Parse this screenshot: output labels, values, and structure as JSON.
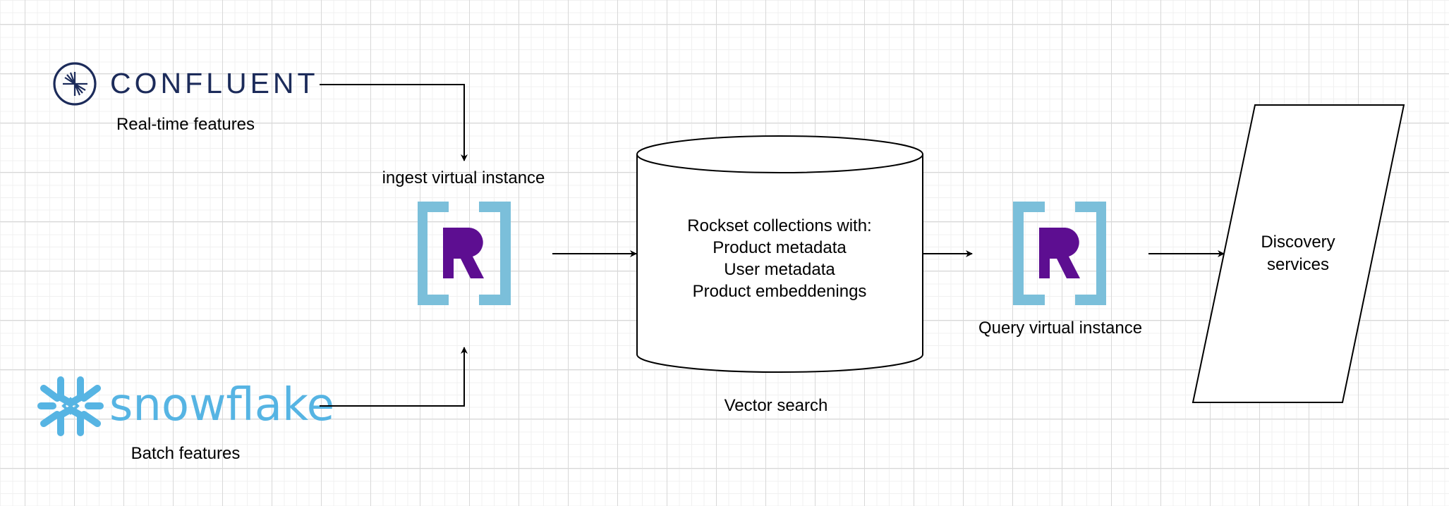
{
  "colors": {
    "confluent_navy": "#1c2b5a",
    "snowflake_blue": "#56b4e3",
    "rockset_bracket": "#7bbfda",
    "rockset_purple": "#5d0e91",
    "line": "#000000"
  },
  "sources": {
    "confluent": {
      "logo_text": "CONFLUENT",
      "icon": "confluent-burst-icon",
      "caption": "Real-time features"
    },
    "snowflake": {
      "logo_text": "snowflake",
      "icon": "snowflake-icon",
      "caption": "Batch features"
    }
  },
  "ingest": {
    "label": "ingest virtual instance",
    "logo_letter": "R",
    "icon": "rockset-logo-icon"
  },
  "storage": {
    "lines": [
      "Rockset collections with:",
      "Product metadata",
      "User metadata",
      "Product embeddenings"
    ],
    "caption": "Vector search"
  },
  "query": {
    "label": "Query virtual instance",
    "logo_letter": "R",
    "icon": "rockset-logo-icon"
  },
  "output": {
    "lines": [
      "Discovery",
      "services"
    ]
  }
}
